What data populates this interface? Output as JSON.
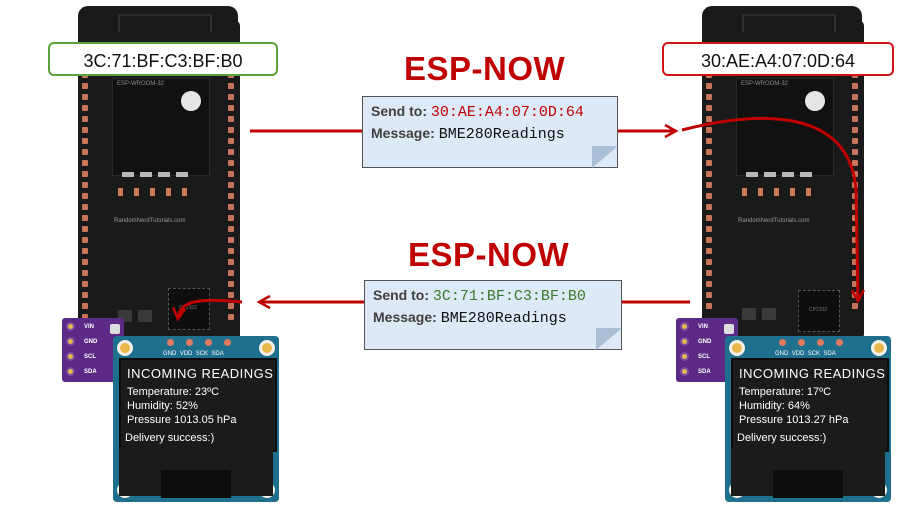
{
  "left_board": {
    "mac": "3C:71:BF:C3:BF:B0",
    "mac_color": "#5aa33a"
  },
  "right_board": {
    "mac": "30:AE:A4:07:0D:64",
    "mac_color": "#d01414"
  },
  "board_common": {
    "module_label": "ESP-WROOM-32",
    "site": "RandomNerdTutorials.com",
    "usb_chip": "CP2102"
  },
  "top_transfer": {
    "title": "ESP-NOW",
    "send_to_label": "Send to:",
    "send_to_value": "30:AE:A4:07:0D:64",
    "send_to_color": "#c00000",
    "message_label": "Message:",
    "message_value": "BME280Readings"
  },
  "bottom_transfer": {
    "title": "ESP-NOW",
    "send_to_label": "Send to:",
    "send_to_value": "3C:71:BF:C3:BF:B0",
    "send_to_color": "#3c7a2a",
    "message_label": "Message:",
    "message_value": "BME280Readings"
  },
  "sensor": {
    "pins": [
      "VIN",
      "GND",
      "SCL",
      "SDA"
    ],
    "color": "#5c2a86"
  },
  "oled_pins": [
    "GND",
    "VDD",
    "SCK",
    "SDA"
  ],
  "left_oled": {
    "header": "INCOMING  READINGS",
    "temperature": "Temperature: 23ºC",
    "humidity": "Humidity: 52%",
    "pressure": "Pressure 1013.05 hPa",
    "status": "Delivery success:)"
  },
  "right_oled": {
    "header": "INCOMING  READINGS",
    "temperature": "Temperature: 17ºC",
    "humidity": "Humidity: 64%",
    "pressure": "Pressure 1013.27 hPa",
    "status": "Delivery success:)"
  },
  "arrow_color": "#c00000"
}
